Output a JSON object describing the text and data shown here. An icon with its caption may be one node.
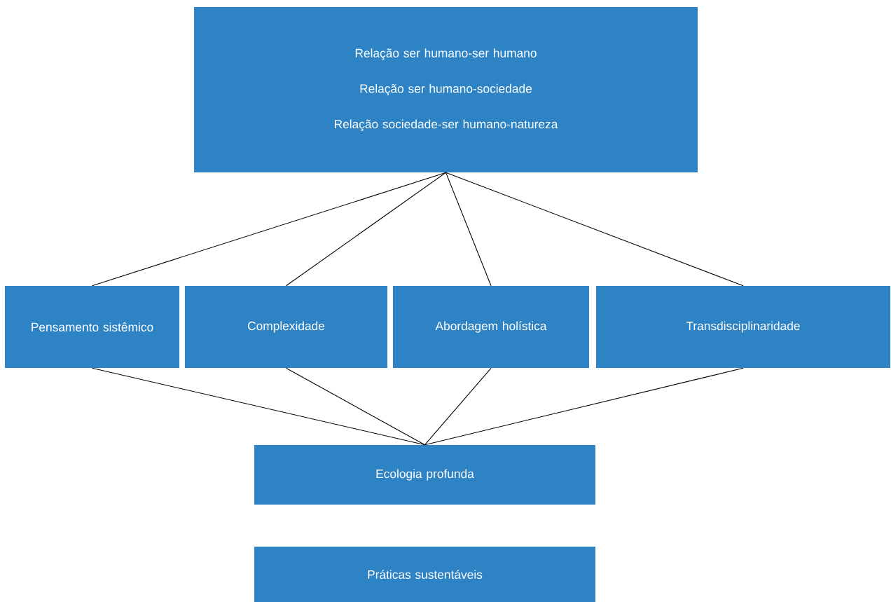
{
  "diagram": {
    "nodes": [
      {
        "text": [
          "Relação ser humano-ser humano",
          "Relação ser humano-sociedade",
          "Relação sociedade-ser humano-natureza"
        ]
      },
      {
        "text": [
          "Pensamento sistêmico"
        ]
      },
      {
        "text": [
          "Complexidade"
        ]
      },
      {
        "text": [
          "Abordagem holística"
        ]
      },
      {
        "text": [
          "Transdisciplinaridade"
        ]
      },
      {
        "text": [
          "Ecologia profunda"
        ]
      },
      {
        "text": [
          "Práticas sustentáveis"
        ]
      }
    ],
    "edges": [
      {
        "from": 0,
        "to": 1,
        "arrow": "none"
      },
      {
        "from": 0,
        "to": 2,
        "arrow": "none"
      },
      {
        "from": 0,
        "to": 3,
        "arrow": "none"
      },
      {
        "from": 0,
        "to": 4,
        "arrow": "none"
      },
      {
        "from": 1,
        "to": 5,
        "arrow": "none"
      },
      {
        "from": 2,
        "to": 5,
        "arrow": "none"
      },
      {
        "from": 3,
        "to": 5,
        "arrow": "none"
      },
      {
        "from": 4,
        "to": 5,
        "arrow": "none"
      }
    ]
  }
}
